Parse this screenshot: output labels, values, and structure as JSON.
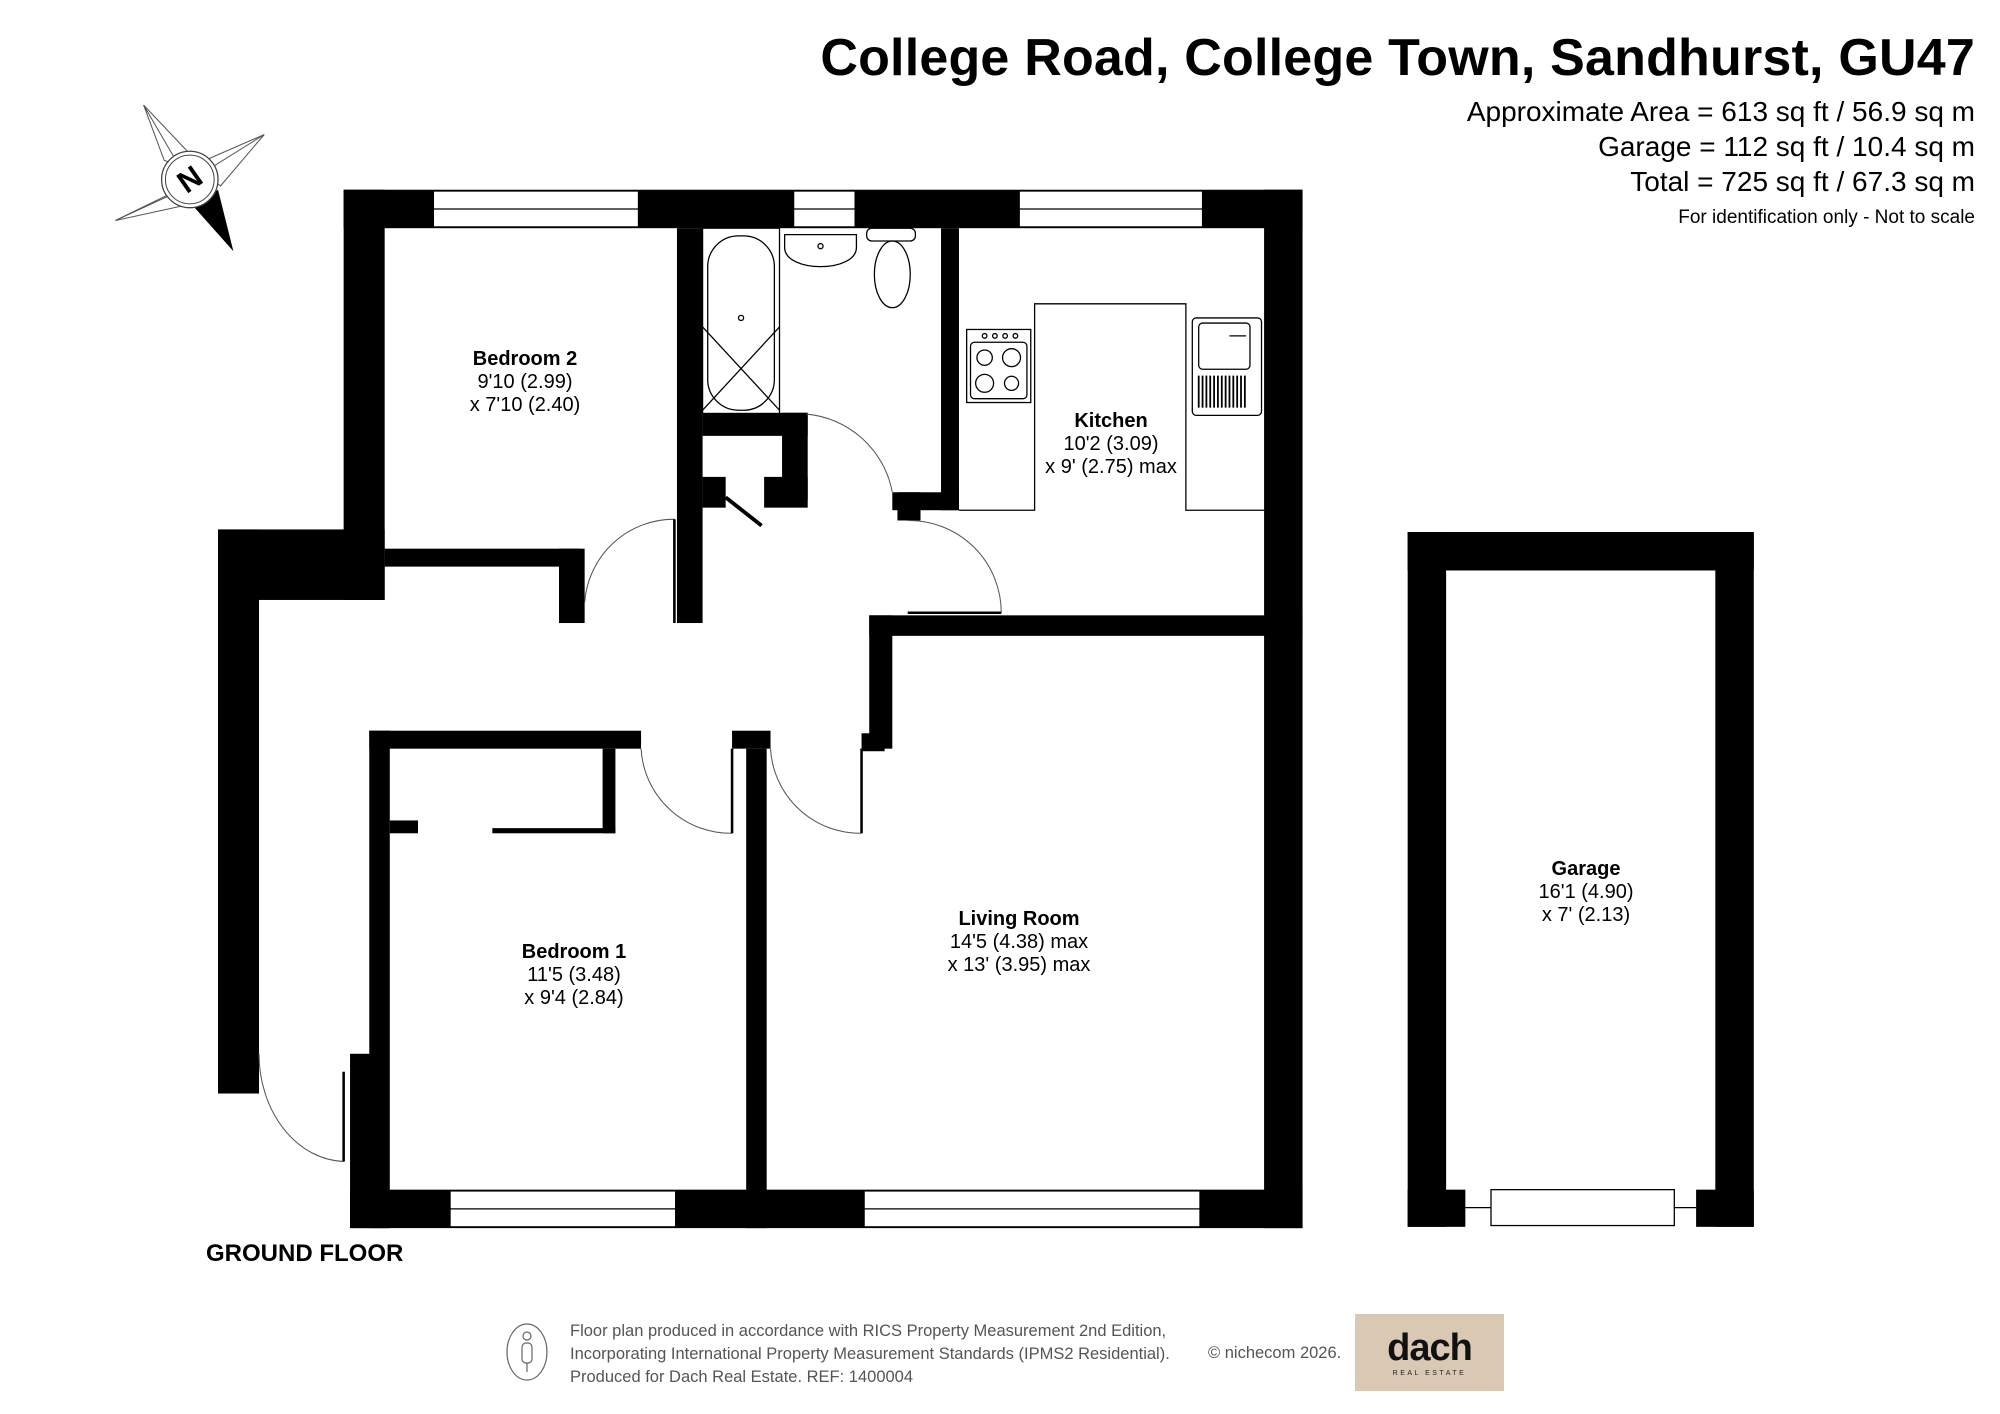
{
  "header": {
    "title": "College Road, College Town, Sandhurst, GU47",
    "areas": [
      "Approximate Area = 613 sq ft / 56.9 sq m",
      "Garage = 112 sq ft / 10.4 sq m",
      "Total = 725 sq ft / 67.3 sq m"
    ],
    "note": "For identification only - Not to scale"
  },
  "compass": {
    "label": "N",
    "icon": "compass-north-icon"
  },
  "floor_label": "GROUND FLOOR",
  "rooms": [
    {
      "name": "Bedroom 2",
      "dim1": "9'10 (2.99)",
      "dim2": "x 7'10 (2.40)"
    },
    {
      "name": "Kitchen",
      "dim1": "10'2 (3.09)",
      "dim2": "x 9' (2.75) max"
    },
    {
      "name": "Bedroom 1",
      "dim1": "11'5 (3.48)",
      "dim2": "x 9'4 (2.84)"
    },
    {
      "name": "Living Room",
      "dim1": "14'5 (4.38) max",
      "dim2": "x 13' (3.95) max"
    },
    {
      "name": "Garage",
      "dim1": "16'1 (4.90)",
      "dim2": "x 7' (2.13)"
    }
  ],
  "footer": {
    "lines": [
      "Floor plan produced in accordance with RICS Property Measurement 2nd Edition,",
      "Incorporating International Property Measurement Standards (IPMS2 Residential).",
      "Produced for Dach Real Estate.   REF:  1400004"
    ],
    "copyright": "© nichecom 2026.",
    "logo_main": "dach",
    "logo_sub": "REAL ESTATE",
    "logo_bg": "#d9c8b4"
  }
}
